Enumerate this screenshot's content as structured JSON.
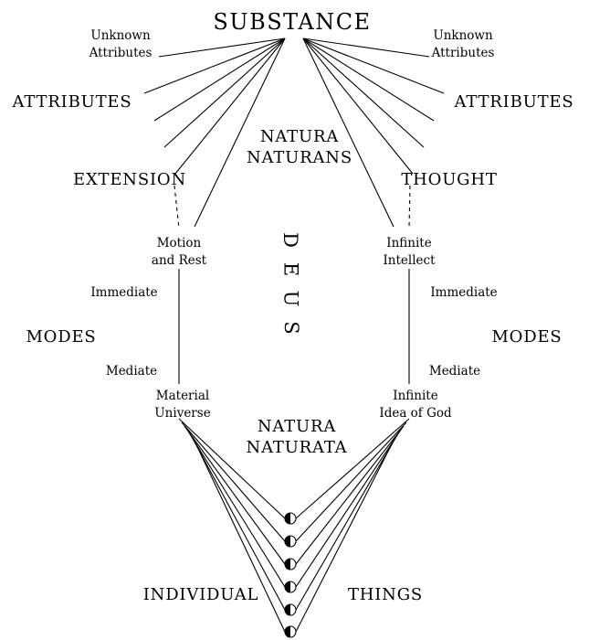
{
  "diagram": {
    "substance": "SUBSTANCE",
    "natura_naturans": {
      "line1": "NATURA",
      "line2": "NATURANS"
    },
    "natura_naturata": {
      "line1": "NATURA",
      "line2": "NATURATA"
    },
    "deus_letters": [
      "D",
      "E",
      "U",
      "S"
    ],
    "left": {
      "unknown_attributes": {
        "line1": "Unknown",
        "line2": "Attributes"
      },
      "attributes": "ATTRIBUTES",
      "attribute_name": "EXTENSION",
      "immediate_mode": {
        "line1": "Motion",
        "line2": "and Rest"
      },
      "immediate_label": "Immediate",
      "modes": "MODES",
      "mediate_label": "Mediate",
      "mediate_mode": {
        "line1": "Material",
        "line2": "Universe"
      }
    },
    "right": {
      "unknown_attributes": {
        "line1": "Unknown",
        "line2": "Attributes"
      },
      "attributes": "ATTRIBUTES",
      "attribute_name": "THOUGHT",
      "immediate_mode": {
        "line1": "Infinite",
        "line2": "Intellect"
      },
      "immediate_label": "Immediate",
      "modes": "MODES",
      "mediate_label": "Mediate",
      "mediate_mode": {
        "line1": "Infinite",
        "line2": "Idea of God"
      }
    },
    "bottom": {
      "individual": "INDIVIDUAL",
      "things": "THINGS"
    }
  },
  "colors": {
    "line": "#000000",
    "text": "#000000",
    "background": "#ffffff"
  }
}
